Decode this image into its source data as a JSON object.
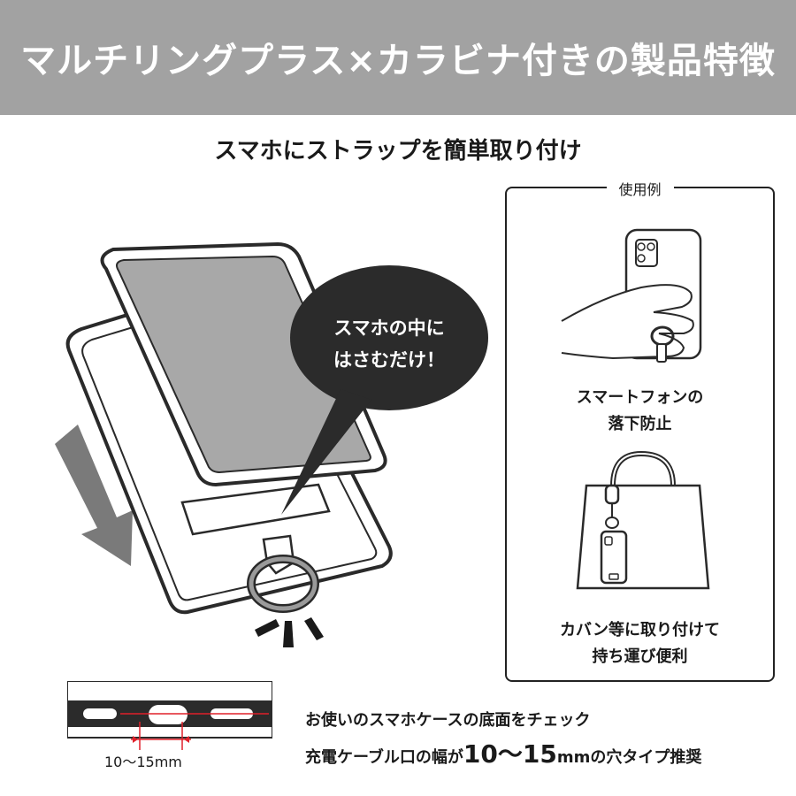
{
  "banner": {
    "title": "マルチリングプラス×カラビナ付きの製品特徴"
  },
  "subtitle": "スマホにストラップを簡単取り付け",
  "bubble": {
    "line1": "スマホの中に",
    "line2": "はさむだけ！"
  },
  "usage": {
    "heading": "使用例",
    "example1": {
      "line1": "スマートフォンの",
      "line2": "落下防止"
    },
    "example2": {
      "line1": "カバン等に取り付けて",
      "line2": "持ち運び便利"
    }
  },
  "hole_check": {
    "line1": "お使いのスマホケースの底面をチェック",
    "line2_prefix": "充電ケーブル口の幅が",
    "line2_number": "10〜15",
    "line2_unit": "mm",
    "line2_suffix": "の穴タイプ推奨",
    "measure_label": "10〜15mm"
  },
  "colors": {
    "banner_bg": "#a2a2a2",
    "bubble": "#2b2b2b",
    "screen_gray": "#a8a8a8",
    "arrow_gray": "#7a7a7a",
    "measure_red": "#e0202a"
  }
}
